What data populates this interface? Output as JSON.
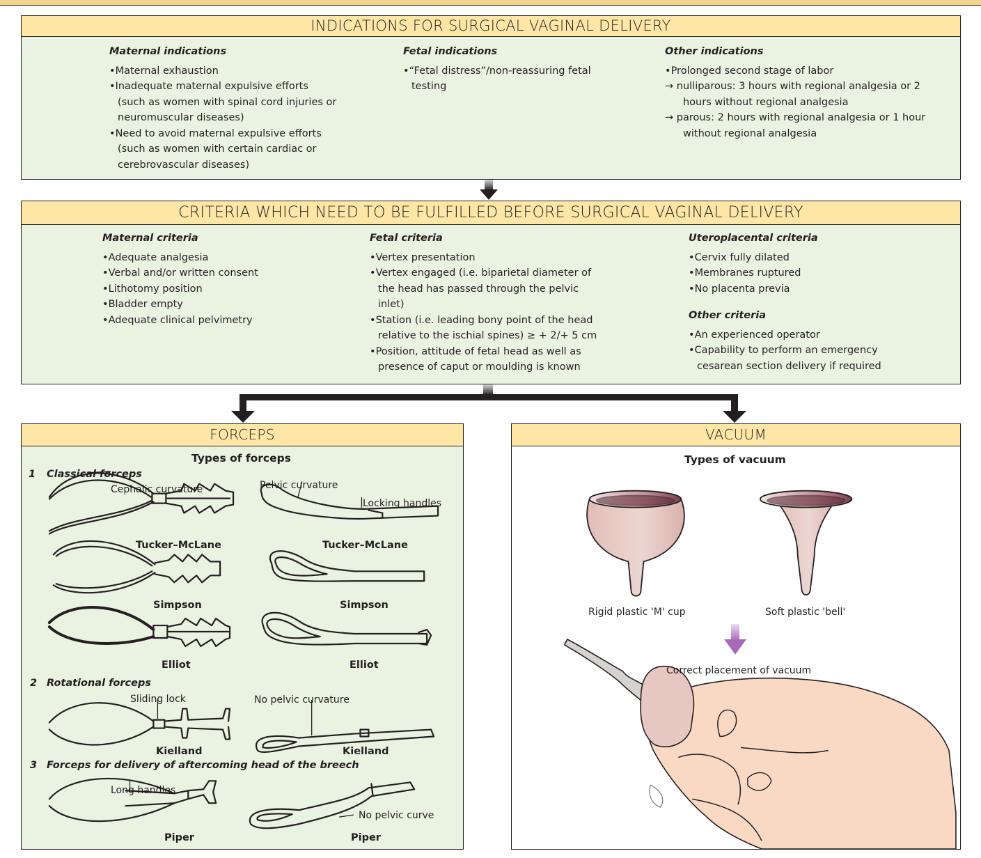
{
  "indications": {
    "title": "INDICATIONS FOR SURGICAL VAGINAL DELIVERY",
    "maternal": {
      "heading": "Maternal indications",
      "items": [
        "Maternal exhaustion",
        "Inadequate maternal expulsive efforts (such as women with spinal cord injuries or neuromuscular diseases)",
        "Need to avoid maternal expulsive efforts (such as women with certain cardiac or cerebrovascular diseases)"
      ]
    },
    "fetal": {
      "heading": "Fetal indications",
      "items": [
        "“Fetal distress”/non-reassuring fetal testing"
      ]
    },
    "other": {
      "heading": "Other indications",
      "item": "Prolonged second stage of labor",
      "arrows": [
        "nulliparous: 3 hours with regional analgesia or 2 hours without regional analgesia",
        "parous: 2 hours with regional analgesia or 1 hour without regional analgesia"
      ]
    }
  },
  "criteria": {
    "title": "CRITERIA WHICH NEED TO BE FULFILLED BEFORE SURGICAL VAGINAL DELIVERY",
    "maternal": {
      "heading": "Maternal criteria",
      "items": [
        "Adequate analgesia",
        "Verbal and/or written consent",
        "Lithotomy position",
        "Bladder empty",
        "Adequate clinical pelvimetry"
      ]
    },
    "fetal": {
      "heading": "Fetal criteria",
      "items": [
        "Vertex presentation",
        "Vertex engaged (i.e. biparietal diameter of the head has passed through the pelvic inlet)",
        "Station (i.e. leading bony point of the head relative to the ischial spines) ≥ + 2/+ 5 cm",
        "Position, attitude of fetal head as well as presence of caput or moulding is known"
      ]
    },
    "uteroplacental": {
      "heading": "Uteroplacental criteria",
      "items": [
        "Cervix fully dilated",
        "Membranes ruptured",
        "No placenta previa"
      ]
    },
    "other": {
      "heading": "Other criteria",
      "items": [
        "An experienced operator",
        "Capability to perform an emergency cesarean section delivery if required"
      ]
    }
  },
  "forceps": {
    "title": "FORCEPS",
    "types_heading": "Types of forceps",
    "groups": [
      {
        "num": "1",
        "label": "Classical forceps"
      },
      {
        "num": "2",
        "label": "Rotational forceps"
      },
      {
        "num": "3",
        "label": "Forceps for delivery of aftercoming head of the breech"
      }
    ],
    "annotations": {
      "cephalic_curvature": "Cephalic curvature",
      "pelvic_curvature": "Pelvic curvature",
      "locking_handles": "Locking handles",
      "sliding_lock": "Sliding lock",
      "no_pelvic_curvature": "No pelvic curvature",
      "long_handles": "Long handles",
      "no_pelvic_curve": "No pelvic curve"
    },
    "names": {
      "tucker_mclane": "Tucker–McLane",
      "simpson": "Simpson",
      "elliot": "Elliot",
      "kielland": "Kielland",
      "piper": "Piper"
    }
  },
  "vacuum": {
    "title": "VACUUM",
    "types_heading": "Types of vacuum",
    "cups": [
      "Rigid plastic 'M' cup",
      "Soft plastic 'bell'"
    ],
    "placement_label": "Correct placement of vacuum"
  },
  "colors": {
    "panel_header": "#fde6a6",
    "panel_body": "#eaf2e1",
    "cup": "#e6c7c2",
    "skin": "#fad9c4",
    "purple_arrow": "#a76ab8"
  }
}
